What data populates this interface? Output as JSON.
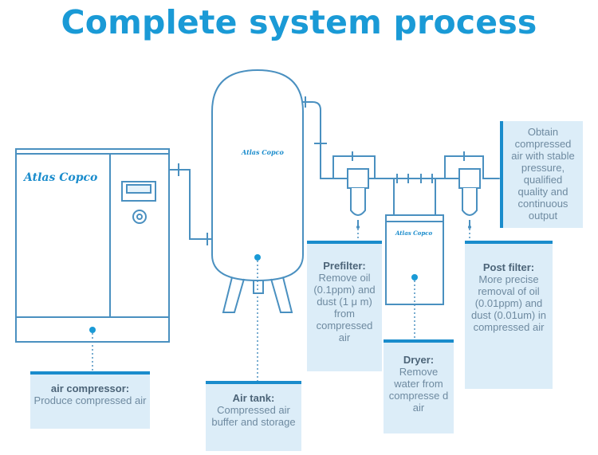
{
  "title": "Complete system process",
  "brand": "Atlas Copco",
  "components": {
    "compressor": {
      "heading": "air compressor:",
      "text": "Produce compressed air"
    },
    "tank": {
      "heading": "Air tank:",
      "text": "Compressed air buffer and storage"
    },
    "prefilter": {
      "heading": "Prefilter:",
      "text": "Remove oil (0.1ppm) and dust (1 μ m) from compressed air"
    },
    "dryer": {
      "heading": "Dryer:",
      "text": "Remove water from compresse d air"
    },
    "postfilter": {
      "heading": "Post filter:",
      "text": "More precise removal of oil (0.01ppm) and dust (0.01um) in compressed air"
    },
    "output": {
      "text": "Obtain compressed air with stable pressure, qualified quality and continuous output"
    }
  },
  "colors": {
    "accent": "#1a9ad6",
    "line": "#4a90c0",
    "box_bg": "#dcedf8"
  }
}
